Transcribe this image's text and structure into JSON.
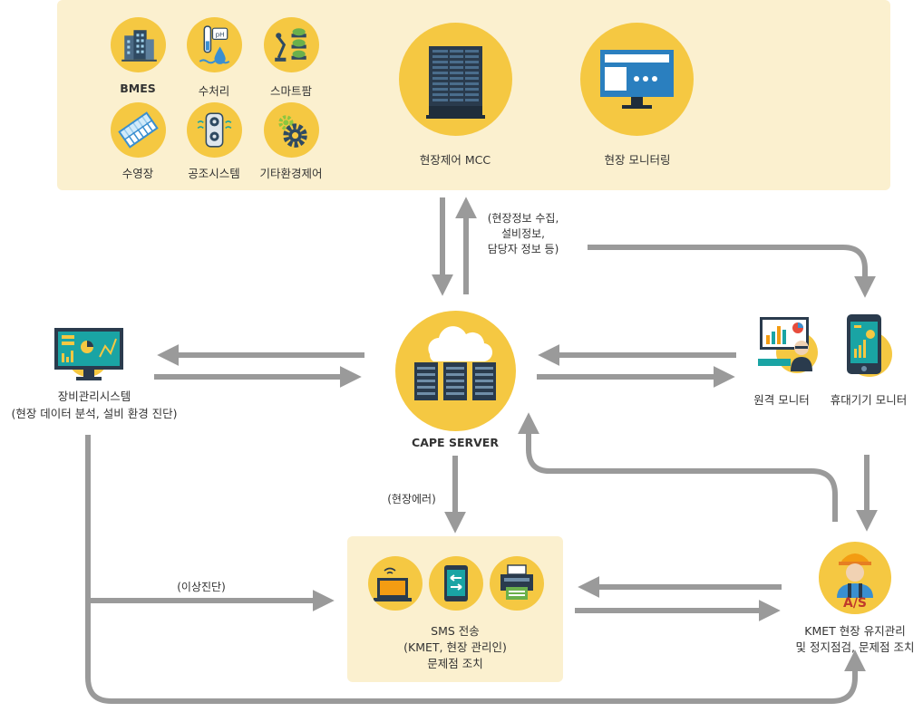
{
  "field_devices": {
    "bmes": "BMES",
    "water_treatment": "수처리",
    "smart_farm": "스마트팜",
    "aquarium": "수영장",
    "hvac": "공조시스템",
    "other_env": "기타환경제어",
    "ph_label": "pH"
  },
  "mcc": {
    "label": "현장제어 MCC"
  },
  "field_monitoring": {
    "label": "현장 모니터링"
  },
  "info_collect": {
    "line1": "(현장정보 수집,",
    "line2": "설비정보,",
    "line3": "담당자 정보 등)"
  },
  "equipment_system": {
    "line1": "장비관리시스템",
    "line2": "(현장 데이터 분석, 설비 환경 진단)"
  },
  "server": {
    "label": "CAPE SERVER"
  },
  "remote_monitor": {
    "label": "원격 모니터"
  },
  "mobile_monitor": {
    "label": "휴대기기 모니터"
  },
  "field_error": {
    "label": "(현장에러)"
  },
  "fault_diagnosis": {
    "label": "(이상진단)"
  },
  "sms": {
    "line1": "SMS 전송",
    "line2": "(KMET, 현장 관리인)",
    "line3": "문제점 조치"
  },
  "as": {
    "badge": "A/S",
    "line1": "KMET 현장 유지관리",
    "line2": "및 정지점검, 문제점 조치"
  },
  "colors": {
    "panel": "#fbf0cf",
    "circle": "#f5c842",
    "arrow": "#9a9a9a",
    "badge": "#c0392b"
  }
}
